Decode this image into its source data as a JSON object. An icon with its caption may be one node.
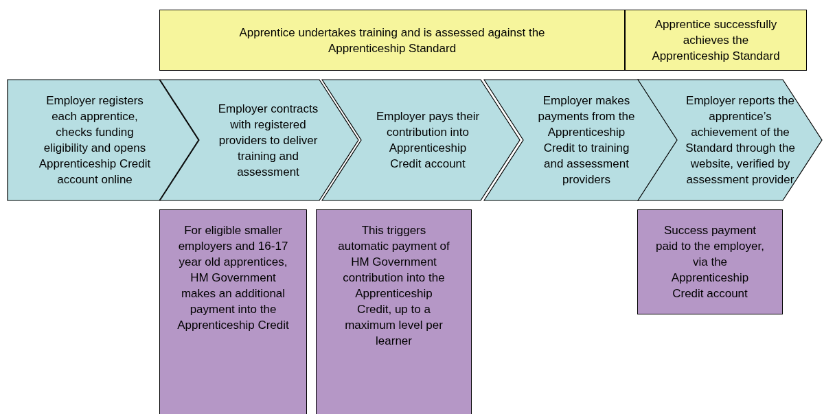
{
  "diagram": {
    "nodes": [
      {
        "text": [
          "Apprentice undertakes training and is assessed against the Apprenticeship Standard"
        ]
      },
      {
        "text": [
          "Apprentice successfully achieves the Apprenticeship Standard"
        ]
      },
      {
        "text": [
          "Employer registers each apprentice, checks funding eligibility and opens Apprenticeship Credit account online"
        ]
      },
      {
        "text": [
          "Employer contracts with registered providers to deliver training and assessment"
        ]
      },
      {
        "text": [
          "Employer pays their contribution into Apprenticeship Credit account"
        ]
      },
      {
        "text": [
          "Employer makes payments from the Apprenticeship Credit to training and assessment providers"
        ]
      },
      {
        "text": [
          "Employer reports the apprentice’s achievement of the Standard through the website, verified by assessment provider"
        ]
      },
      {
        "text": [
          "For eligible smaller employers and 16-17 year old apprentices, HM Government makes an additional payment into the Apprenticeship Credit"
        ]
      },
      {
        "text": [
          "This triggers automatic payment of HM Government contribution into the Apprenticeship Credit, up to a maximum level per learner"
        ]
      },
      {
        "text": [
          "Success payment paid to the employer, via the Apprenticeship Credit account"
        ]
      }
    ]
  }
}
